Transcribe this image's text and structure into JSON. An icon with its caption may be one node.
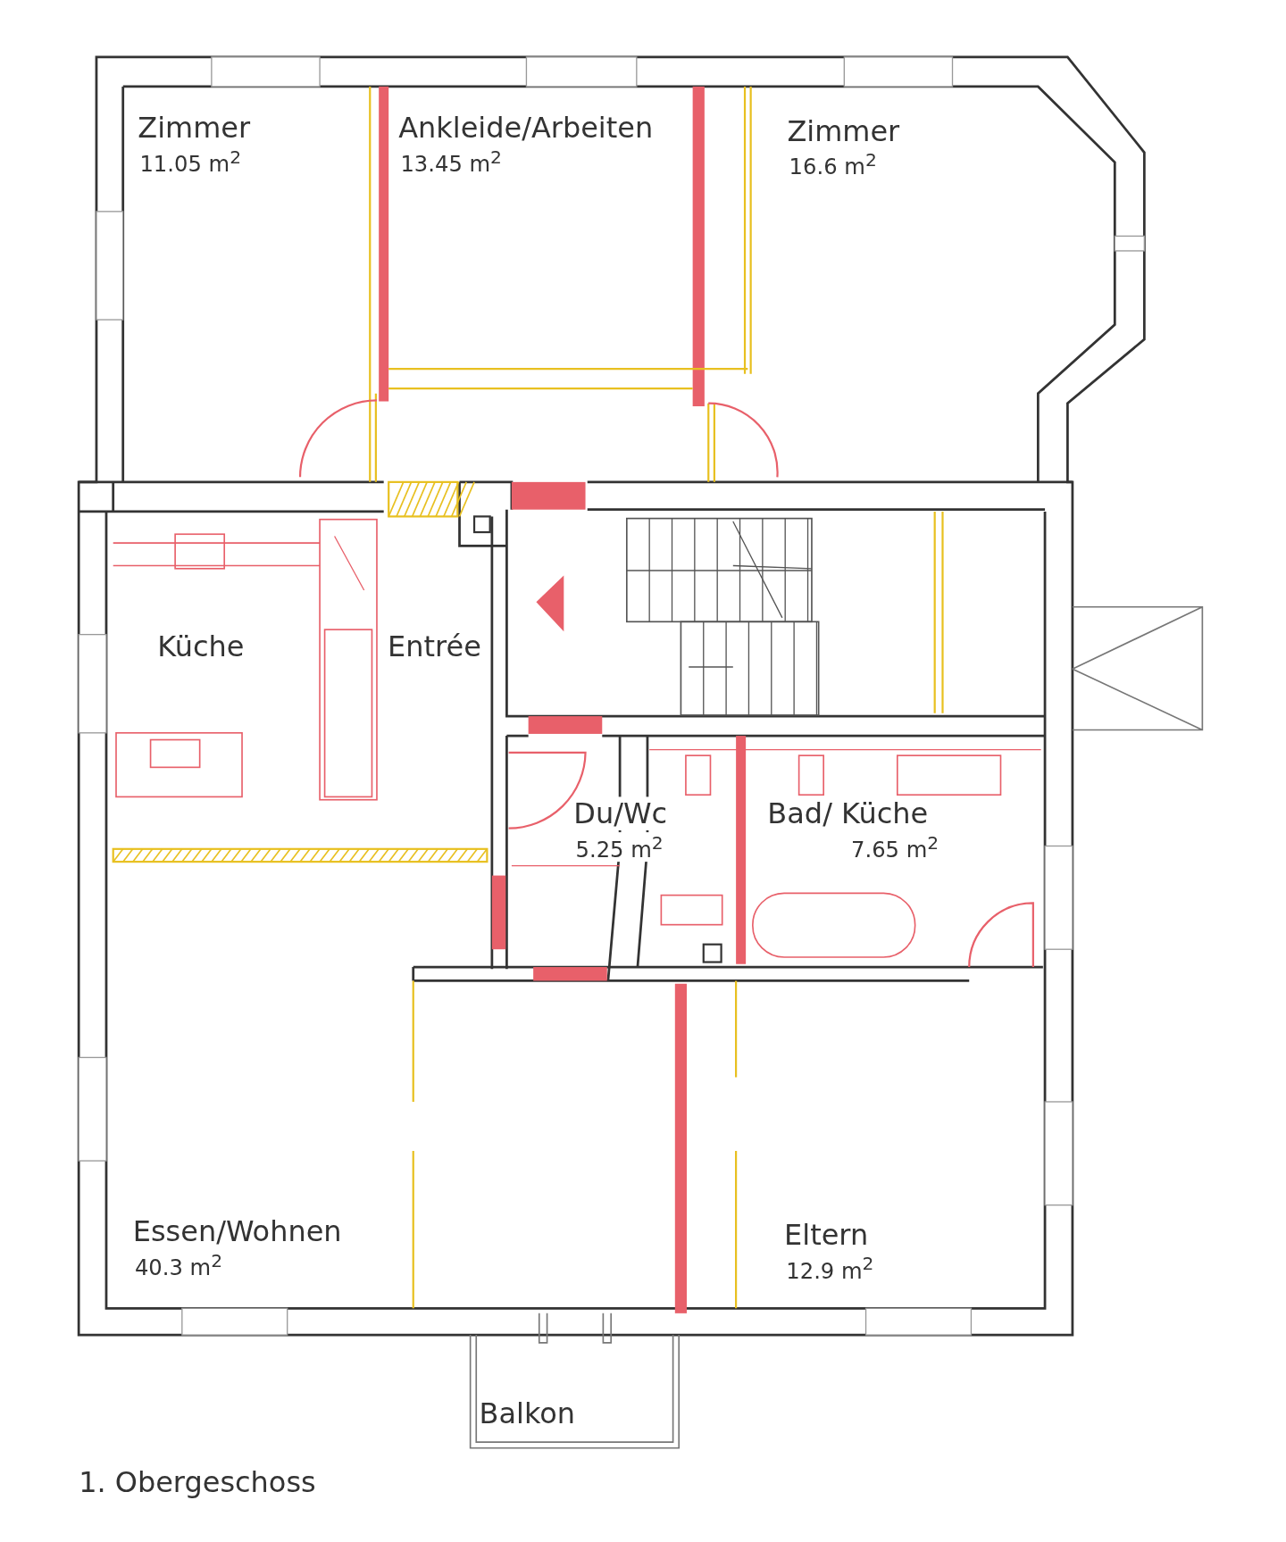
{
  "diagram": {
    "caption": "1. Obergeschoss",
    "nodes": [
      {
        "text": [
          "Zimmer",
          "11.05 m$^{2}$"
        ]
      },
      {
        "text": [
          "Ankleide/Arbeiten",
          "13.45 m$^{2}$"
        ]
      },
      {
        "text": [
          "Zimmer",
          "16.6 m$^{2}$"
        ]
      },
      {
        "text": [
          "Küche"
        ]
      },
      {
        "text": [
          "Entrée"
        ]
      },
      {
        "text": [
          "Du/Wc",
          "5.25 m$^{2}$"
        ]
      },
      {
        "text": [
          "Bad/ Küche",
          "7.65 m$^{2}$"
        ]
      },
      {
        "text": [
          "Essen/Wohnen",
          "40.3 m$^{2}$"
        ]
      },
      {
        "text": [
          "Eltern",
          "12.9 m$^{2}$"
        ]
      },
      {
        "text": [
          "Balkon"
        ]
      }
    ]
  }
}
